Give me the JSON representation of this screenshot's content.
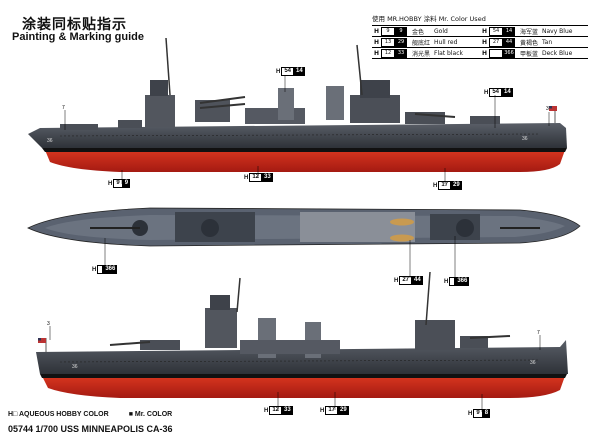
{
  "header": {
    "title_cn": "涂装同标贴指示",
    "title_en": "Painting & Marking guide"
  },
  "legend": {
    "heading": "使用 MR.HOBBY 涂料   Mr. Color Used",
    "items": [
      {
        "h": "H",
        "code": "9",
        "mr": "9",
        "cn": "金色",
        "en": "Gold"
      },
      {
        "h": "H",
        "code": "54",
        "mr": "14",
        "cn": "海军蓝",
        "en": "Navy Blue"
      },
      {
        "h": "H",
        "code": "13",
        "mr": "29",
        "cn": "舰底红",
        "en": "Hull red"
      },
      {
        "h": "H",
        "code": "27",
        "mr": "44",
        "cn": "黄褐色",
        "en": "Tan"
      },
      {
        "h": "H",
        "code": "12",
        "mr": "33",
        "cn": "消光黑",
        "en": "Flat black"
      },
      {
        "h": "H",
        "code": "",
        "mr": "366",
        "cn": "甲板蓝",
        "en": "Deck Blue"
      }
    ]
  },
  "callouts": {
    "side1_top": {
      "h": "H",
      "a": "54",
      "b": "14"
    },
    "side1_right": {
      "h": "H",
      "a": "54",
      "b": "14"
    },
    "side1_gold": {
      "h": "H",
      "a": "9",
      "b": "9"
    },
    "side1_black": {
      "h": "H",
      "a": "12",
      "b": "33"
    },
    "side1_red": {
      "h": "H",
      "a": "17",
      "b": "29"
    },
    "top_deck": {
      "h": "H",
      "a": "",
      "b": "366"
    },
    "top_tan": {
      "h": "H",
      "a": "27",
      "b": "44"
    },
    "top_right": {
      "h": "H",
      "a": "",
      "b": "366"
    },
    "side2_black": {
      "h": "H",
      "a": "12",
      "b": "33"
    },
    "side2_red": {
      "h": "H",
      "a": "17",
      "b": "29"
    },
    "side2_gold": {
      "h": "H",
      "a": "9",
      "b": "8"
    }
  },
  "marks": {
    "hull_number": "36",
    "callout_num_1": "7",
    "callout_num_2": "7",
    "callout_num_3": "3",
    "callout_num_4": "3"
  },
  "footer": {
    "aqueous": "H□ AQUEOUS HOBBY COLOR",
    "mrcolor": "■ Mr. COLOR",
    "title": "05744 1/700 USS MINNEAPOLIS CA-36"
  },
  "colors": {
    "navy_blue": "#3c4048",
    "hull_red": "#c8281c",
    "flat_black": "#111111",
    "deck_blue": "#5a6270",
    "tan": "#c89a50"
  }
}
